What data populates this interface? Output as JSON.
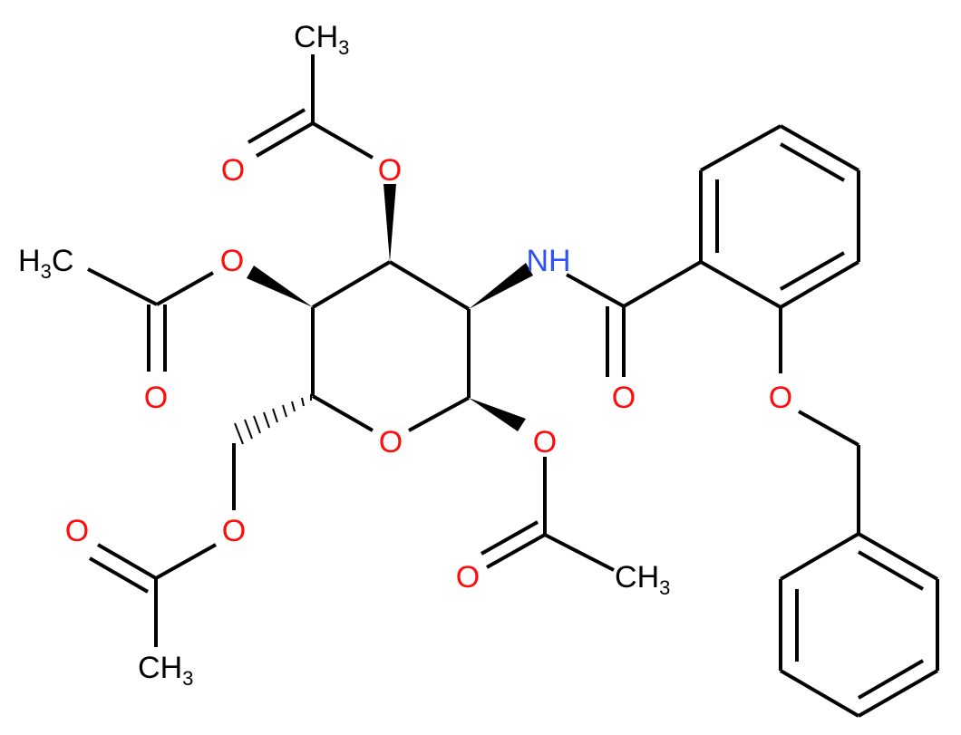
{
  "colors": {
    "bond": "#000000",
    "oxygen": "#ff0d0d",
    "nitrogen": "#3050f8",
    "carbon": "#000000"
  },
  "atoms": {
    "o_ring": "O",
    "o_c1": "O",
    "o_c1_carbonyl": "O",
    "ch3_c1": "CH3",
    "nh": "NH",
    "o_amide": "O",
    "o_c3": "O",
    "o_c3_carbonyl": "O",
    "ch3_c3": "CH3",
    "o_c4": "O",
    "o_c4_carbonyl": "O",
    "ch3_c4": "H3C",
    "o_c6": "O",
    "o_c6_carbonyl": "O",
    "ch3_c6": "CH3",
    "o_benzyl": "O"
  }
}
